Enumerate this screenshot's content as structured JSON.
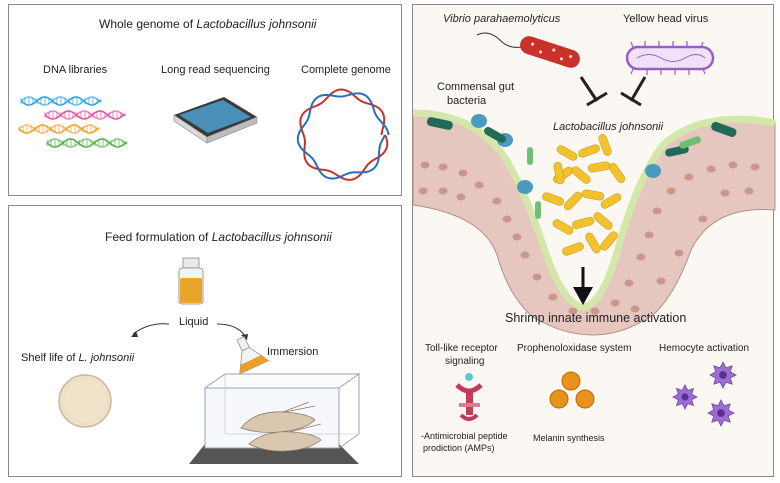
{
  "panel_a": {
    "title_prefix": "Whole genome of ",
    "title_species": "Lactobacillus johnsonii",
    "label_dna": "DNA libraries",
    "label_long_read": "Long read sequencing",
    "label_complete": "Complete genome"
  },
  "panel_b": {
    "title_prefix": "Feed formulation of ",
    "title_species": "Lactobacillus johnsonii",
    "label_liquid": "Liquid",
    "label_shelf_prefix": "Shelf life of ",
    "label_shelf_species": "L. johnsonii",
    "label_immersion": "Immersion"
  },
  "panel_c": {
    "label_vibrio": "Vibrio parahaemolyticus",
    "label_yhv": "Yellow head virus",
    "label_commensal_1": "Commensal gut",
    "label_commensal_2": "bacteria",
    "label_lacto": "Lactobacillus johnsonii",
    "label_activation": "Shrimp innate immune activation",
    "label_tlr_1": "Toll-like receptor",
    "label_tlr_2": "signaling",
    "label_propo": "Prophenoloxidase system",
    "label_hemocyte": "Hemocyte activation",
    "label_amp_1": "-Antimicrobial  peptide",
    "label_amp_2": "prodiction (AMPs)",
    "label_melanin": "Melanin synthesis"
  },
  "colors": {
    "dna_blue": "#2ea3dc",
    "dna_pink": "#e0579c",
    "dna_orange": "#f0a030",
    "dna_green": "#55b04a",
    "lacto_yellow": "#f2c12e",
    "tissue_beige": "#e8cfc5",
    "mucus_green": "#d8ebb0",
    "vibrio_red": "#c9322b",
    "virus_purple": "#9a5cc6",
    "hemocyte_purple": "#9b6fd0",
    "propo_orange": "#e8921a",
    "tlr_red": "#c43a5a"
  }
}
